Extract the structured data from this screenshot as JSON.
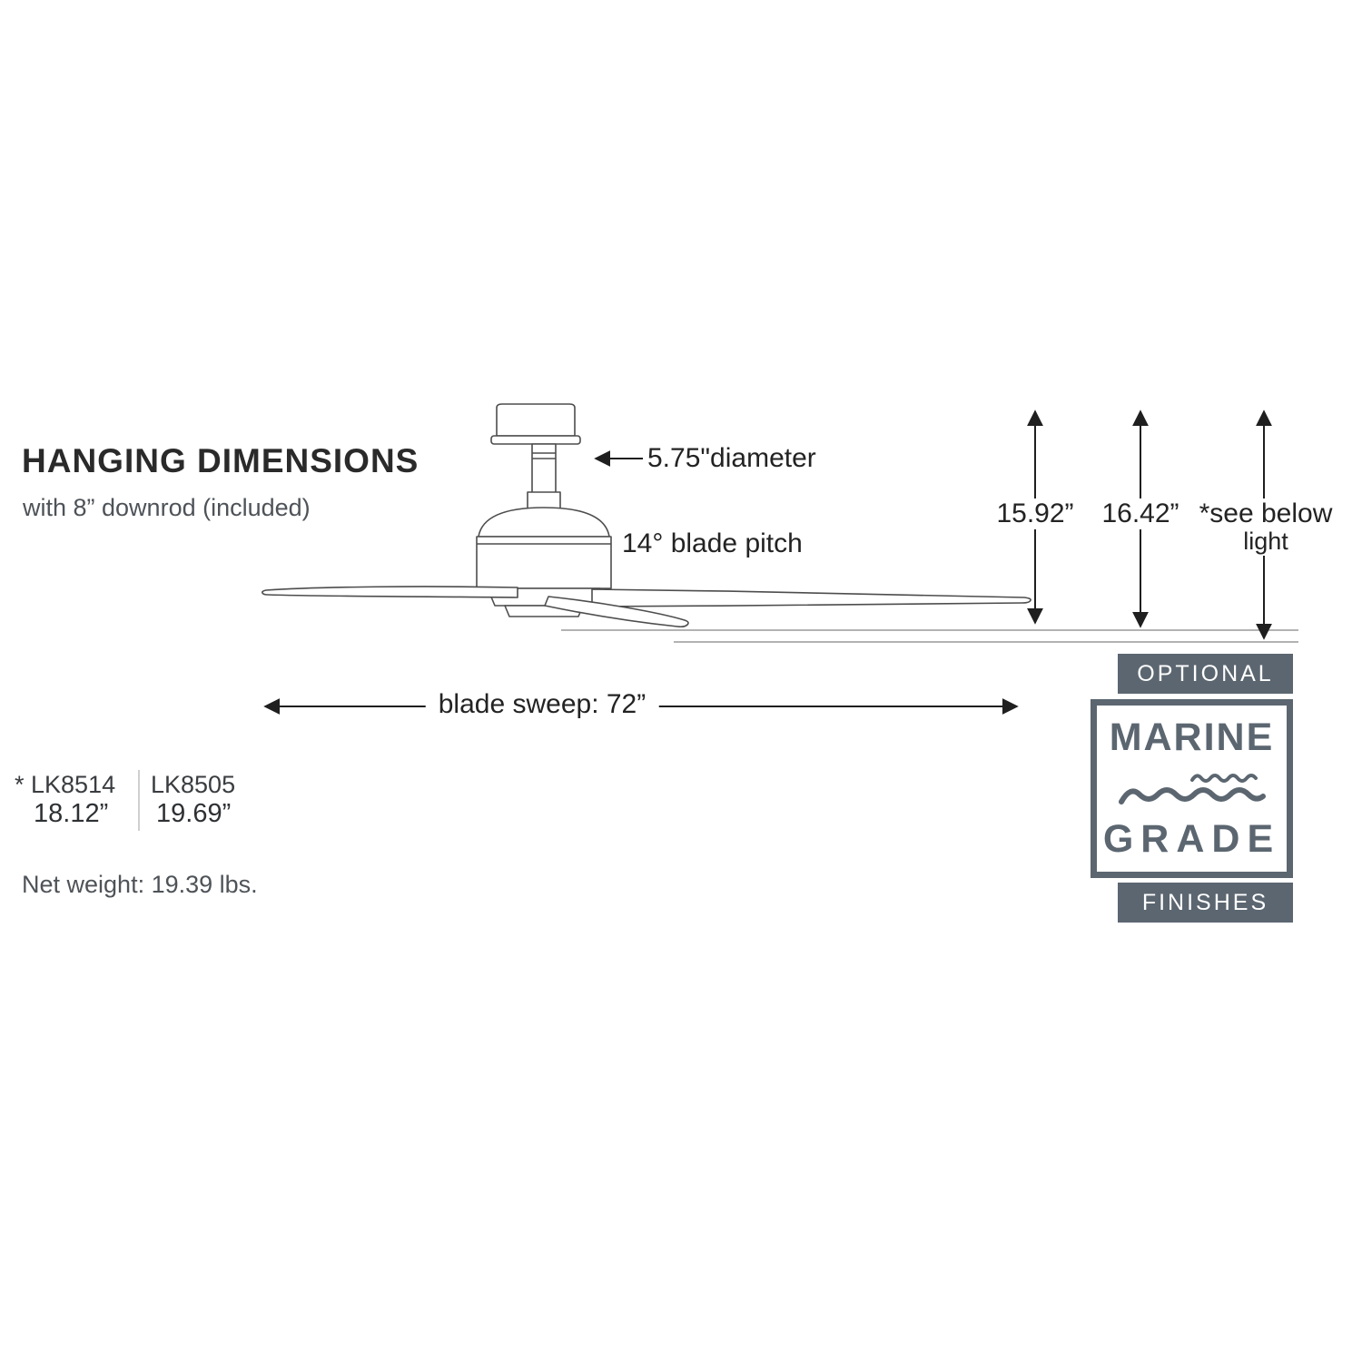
{
  "title": "HANGING DIMENSIONS",
  "subtitle": "with 8” downrod (included)",
  "dimensions": {
    "downrod_diameter": "5.75\"diameter",
    "blade_pitch": "14° blade pitch",
    "height_standard": "15.92”",
    "height_alt": "16.42”",
    "height_with_light": "*see below",
    "height_with_light_sub": "light",
    "blade_sweep": "blade sweep: 72”"
  },
  "light_kit_heights": {
    "kit1_model": "* LK8514",
    "kit1_height": "18.12”",
    "kit2_model": "LK8505",
    "kit2_height": "19.69”"
  },
  "net_weight": "Net weight: 19.39 lbs.",
  "marine_badge": {
    "top_label": "OPTIONAL",
    "word1": "MARINE",
    "word2": "GRADE",
    "bottom_label": "FINISHES",
    "badge_color": "#5b6670"
  }
}
